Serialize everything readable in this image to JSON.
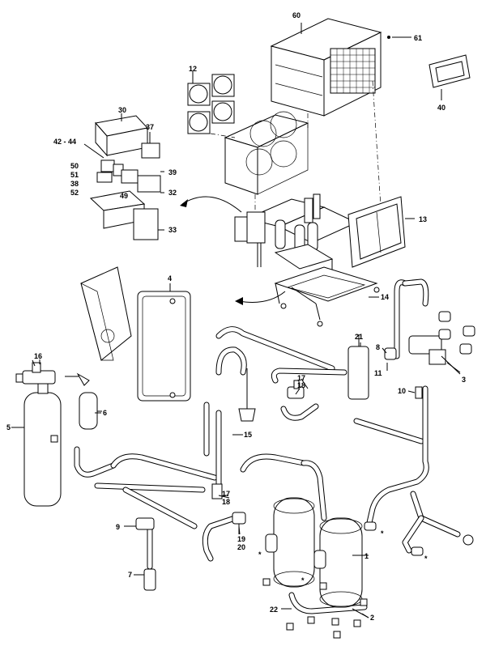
{
  "labels": {
    "l60": "60",
    "l61": "61",
    "l40": "40",
    "l12": "12",
    "l30": "30",
    "l37": "37",
    "l42_44": "42 - 44",
    "l50": "50",
    "l51": "51",
    "l38": "38",
    "l52": "52",
    "l49": "49",
    "l39": "39",
    "l32": "32",
    "l33": "33",
    "l13": "13",
    "l4": "4",
    "l14": "14",
    "l21": "21",
    "l8": "8",
    "l11": "11",
    "l3": "3",
    "l16": "16",
    "l17a": "17",
    "l18a": "18",
    "l10": "10",
    "l6": "6",
    "l5": "5",
    "l15": "15",
    "l17b": "17",
    "l18b": "18",
    "l9": "9",
    "l19": "19",
    "l20": "20",
    "l7": "7",
    "l1": "1",
    "l22": "22",
    "l2": "2"
  },
  "markers": {
    "star": "*"
  }
}
